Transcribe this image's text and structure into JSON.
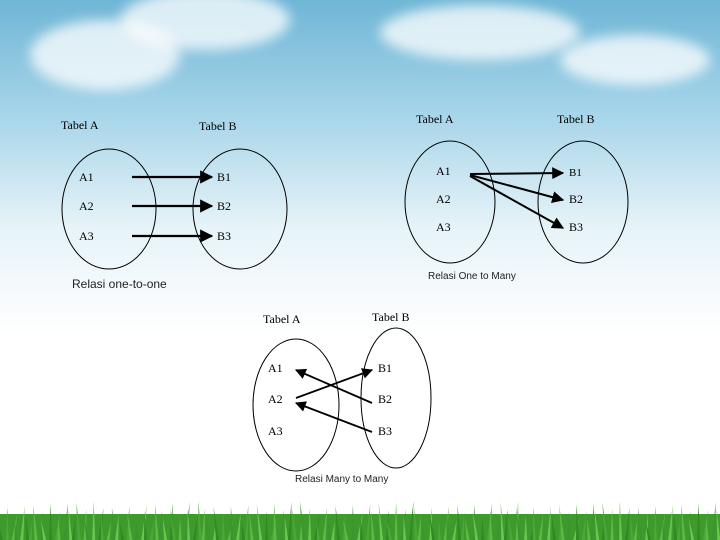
{
  "one_to_one": {
    "table_a_title": "Tabel A",
    "table_b_title": "Tabel B",
    "a_items": [
      "A1",
      "A2",
      "A3"
    ],
    "b_items": [
      "B1",
      "B2",
      "B3"
    ],
    "caption": "Relasi one-to-one"
  },
  "one_to_many": {
    "table_a_title": "Tabel A",
    "table_b_title": "Tabel B",
    "a_items": [
      "A1",
      "A2",
      "A3"
    ],
    "b_items": [
      "B1",
      "B2",
      "B3"
    ],
    "caption": "Relasi One to Many"
  },
  "many_to_many": {
    "table_a_title": "Tabel A",
    "table_b_title": "Tabel B",
    "a_items": [
      "A1",
      "A2",
      "A3"
    ],
    "b_items": [
      "B1",
      "B2",
      "B3"
    ],
    "caption": "Relasi Many to Many"
  },
  "colors": {
    "sky_top": "#6fb6d6",
    "grass": "#3f9a2c",
    "ink": "#000000"
  }
}
